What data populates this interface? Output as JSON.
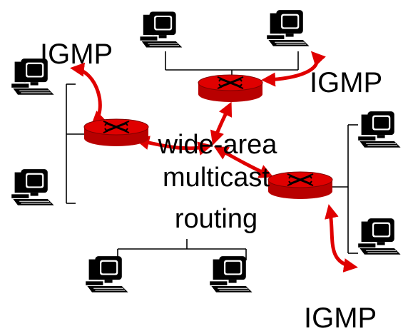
{
  "labels": {
    "igmp_left": "IGMP",
    "igmp_top_right": "IGMP",
    "igmp_bottom_right": "IGMP",
    "wan_line1": "wide-area",
    "wan_line2": "multicast",
    "wan_line3": "routing"
  },
  "colors": {
    "member_host": "#e00000",
    "non_member_host": "#2f7f2f",
    "router": "#e00000",
    "arrow": "#e00000"
  },
  "icons": [
    "router-icon",
    "computer-icon"
  ]
}
